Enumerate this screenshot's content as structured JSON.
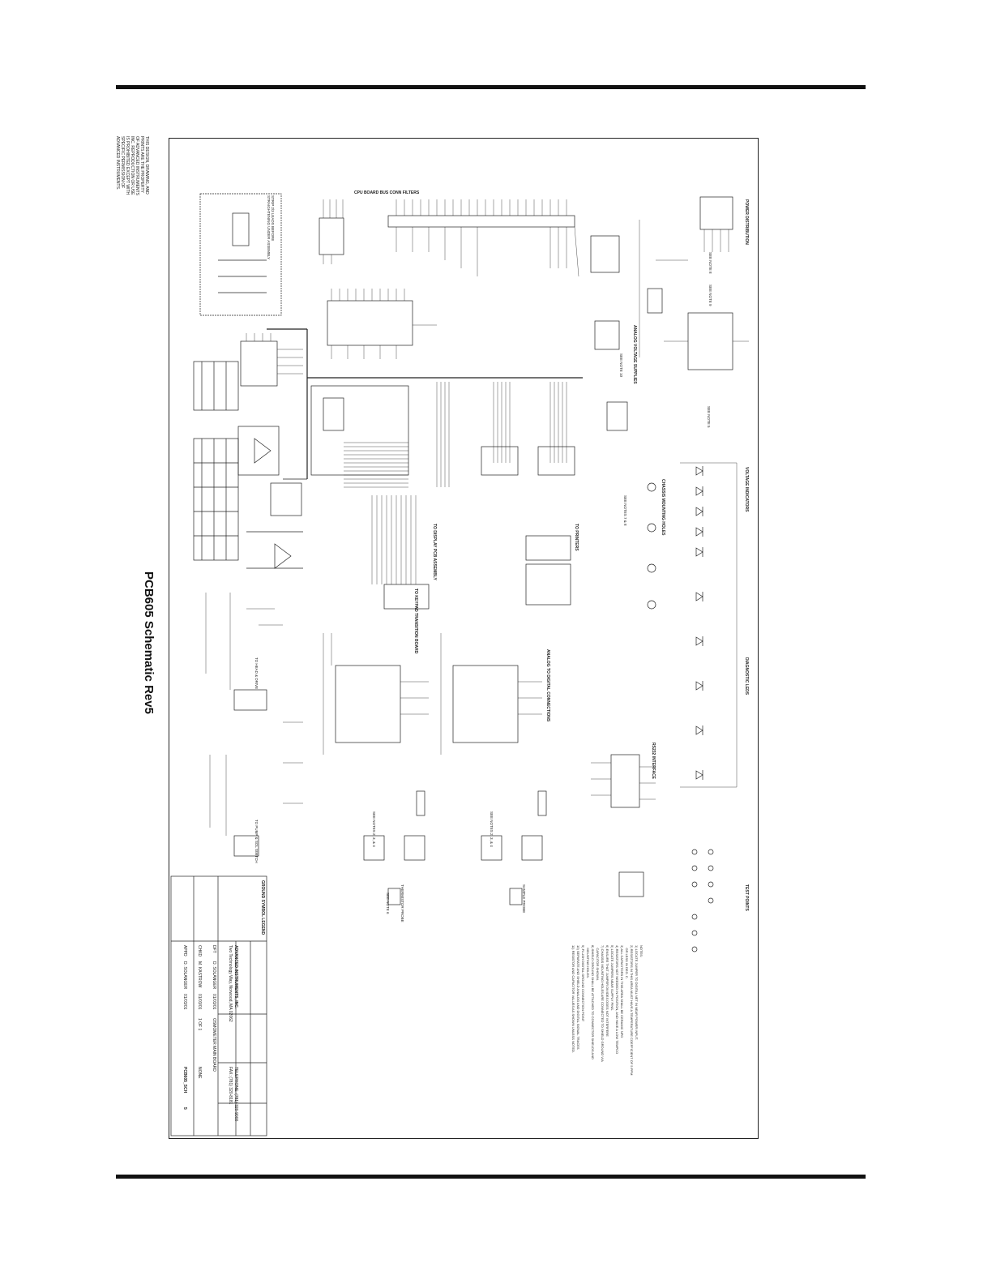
{
  "page_title": "PCB605 Schematic Rev5",
  "disclaimer": "THIS DESIGN, DRAWING, AND\nPRINTS ARE THE PROPERTY\nOF ADVANCED INSTRUMENTS\nINC. REPRODUCTION OR USE\nIS PROHIBITED EXCEPT WITH\nSPECIFIC PERMISSION OF\nADVANCED INSTRUMENTS.",
  "sections": {
    "power_distribution": "POWER DISTRIBUTION",
    "cpu_board_bus": "CPU BOARD BUS CONN FILTERS",
    "analog_voltage_supplies": "ANALOG VOLTAGE SUPPLIES",
    "voltage_indicators": "VOLTAGE INDICATORS",
    "chassis_mounting_holes": "CHASSIS MOUNTING HOLES",
    "diagnostic_leds": "DIAGNOSTIC LEDS",
    "test_points": "TEST POINTS",
    "to_printers": "TO PRINTERS",
    "to_display": "TO DISPLAY PCB ASSEMBLY",
    "to_keypad": "TO KEYPAD TRANSITION BOARD",
    "analog_to_digital": "ANALOG TO DIGITAL CONNECTIONS",
    "rs232": "RS232 INTERFACE",
    "temperature_sensor": "THERMISTOR PROBE",
    "sample_probe": "SAMPLE PROBE",
    "see_note_6": "SEE NOTE 6",
    "see_notes_1": "SEE NOTES 2, 3, & 4",
    "see_notes_2": "SEE NOTES 2, 3, & 4",
    "see_note_10": "SEE NOTE 10",
    "see_note_9": "SEE NOTE 9",
    "see_note_8": "SEE NOTE 8",
    "see_note_5": "SEE NOTE 5",
    "see_notes_7": "SEE NOTES 7 & 8",
    "to_head": "TO HEAD & DRIVE",
    "to_pump": "TO PUMP & SOL SWITCH",
    "led_note": "STRIP 2/3 LEADS BEFORE\nSTRAIGHTENING UNDER ASSEMBLY"
  },
  "notes": {
    "heading": "NOTES:",
    "lines": [
      "1) LOCATE JUMPER TO DIGITAL NET IN NEAR POWER INPUT.",
      "2) RESISTORS IN THIS AREA MUST HAVE A TEMPERATURE COEFFICIENT OF 5 PPM",
      "   OR LESS IN DEG. C.",
      "3) ALL CAPACITORS IN THIS AREA SHALL BE CERAMIC NPO",
      "4) RESISTORS NOT NEEDED IN POSITION, AND HAVE A LOW TEMPCO",
      "5) LOCATE JUMPERS NEAR SUPPLY PINS.",
      "6) ENSURE THAT JUMPER DIVIDES DOES NOT INTERFERE",
      "7) CHASSIS MOUNTING HOLES ARE CONNECTED TO SHIELD GROUND VIA",
      "   CAPACITOR SHOWN.",
      "8) SHIELD GROUND SHALL BE ATTACHED TO CONNECTOR SHIELDS AND",
      "   MOUNTING HOLES.",
      "9) FLUSH DIGITAL GROUND CONNECTION POINT",
      "10) SEPARATE AND SHIELD ANALOG AND DIGITAL SIGNAL TRACES",
      "11) RESISTOR AND CAPACITOR VALUES AS SHOWN UNLESS NOTED."
    ]
  },
  "title_block": {
    "ground_legend": "GROUND SYMBOL LEGEND",
    "company": "ADVANCED INSTRUMENTS, INC.",
    "address": "Two Technology Way, Norwood, MA 02062",
    "telephone": "TELEPHONE: (781) 320-9000",
    "fax": "FAX: (781) 320-8181",
    "drawn_label": "DFT",
    "drawn_by": "D. SOLANGER",
    "drawn_date": "01/03/01",
    "checked_label": "CHKD",
    "checked_by": "M. KASTROW",
    "checked_date": "01/03/01",
    "approved_label": "APPD",
    "approved_by": "D. SOLANGER",
    "approved_date": "01/03/01",
    "description": "OSMOMETER MAIN BOARD",
    "drawing_no": "PCB605_SCH",
    "rev": "5",
    "sheet": "1 OF 1",
    "scale": "NONE"
  }
}
